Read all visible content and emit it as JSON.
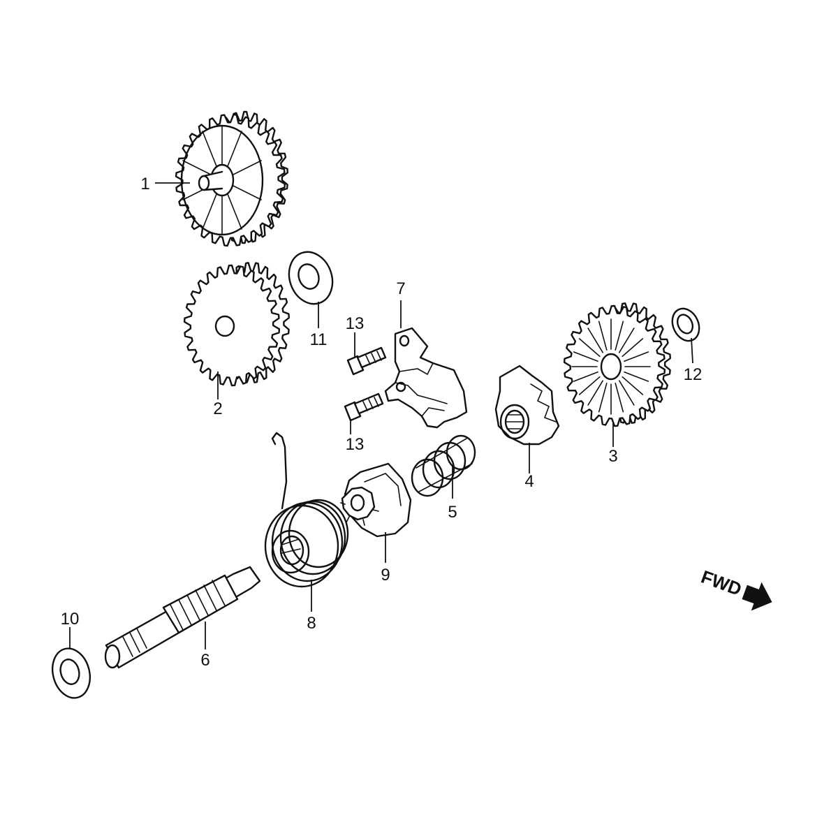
{
  "callouts": [
    {
      "id": "1",
      "label": "1"
    },
    {
      "id": "2",
      "label": "2"
    },
    {
      "id": "3",
      "label": "3"
    },
    {
      "id": "4",
      "label": "4"
    },
    {
      "id": "5",
      "label": "5"
    },
    {
      "id": "6",
      "label": "6"
    },
    {
      "id": "7",
      "label": "7"
    },
    {
      "id": "8",
      "label": "8"
    },
    {
      "id": "9",
      "label": "9"
    },
    {
      "id": "10",
      "label": "10"
    },
    {
      "id": "11",
      "label": "11"
    },
    {
      "id": "12",
      "label": "12"
    },
    {
      "id": "13a",
      "label": "13"
    },
    {
      "id": "13b",
      "label": "13"
    }
  ],
  "direction_marker": {
    "label": "FWD"
  }
}
